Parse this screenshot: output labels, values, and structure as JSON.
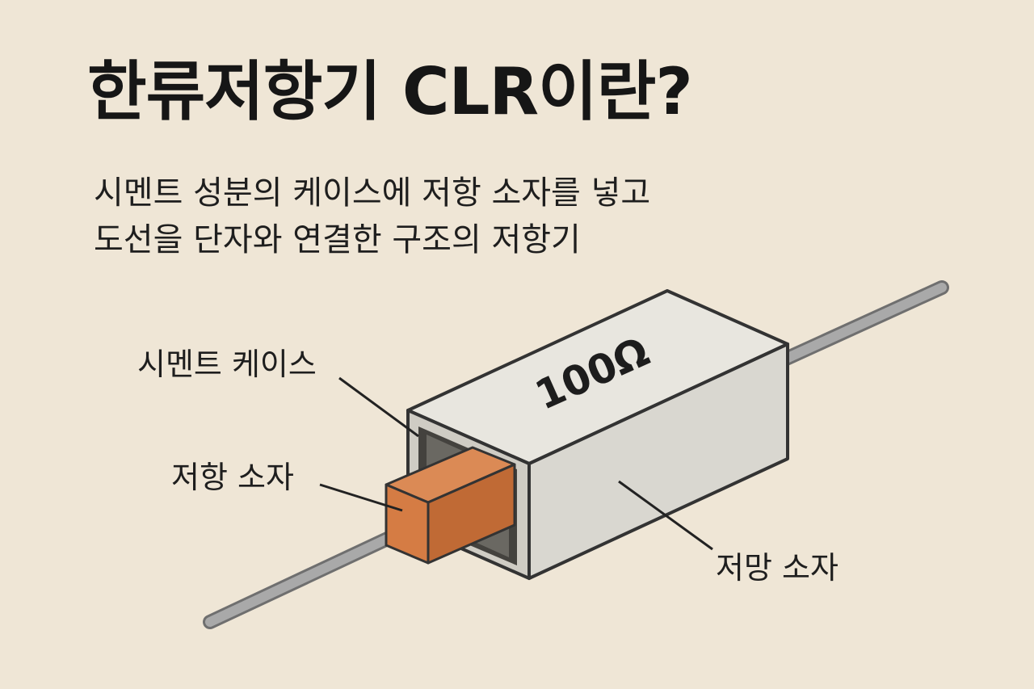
{
  "title": "한류저항기 CLR이란?",
  "description": {
    "line1": "시멘트 성분의 케이스에 저항 소자를 넣고",
    "line2": "도선을 단자와 연결한 구조의 저항기"
  },
  "labels": {
    "cement_case": "시멘트 케이스",
    "resistor_element": "저항 소자",
    "resistor_element_bottom": "저망 소자"
  },
  "resistor": {
    "value_marking": "100Ω"
  },
  "colors": {
    "background": "#efe6d6",
    "case_body": "#dddbd4",
    "element": "#c8703a",
    "lead_wire": "#8f8f8f"
  }
}
